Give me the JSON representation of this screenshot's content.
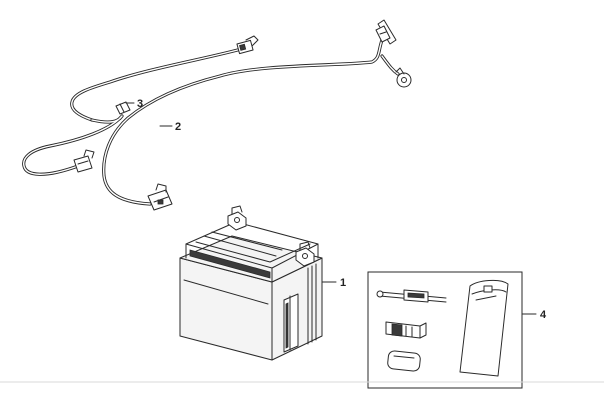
{
  "diagram": {
    "callouts": [
      {
        "id": "battery",
        "number": "1"
      },
      {
        "id": "main-cable",
        "number": "2"
      },
      {
        "id": "secondary-cable",
        "number": "3"
      },
      {
        "id": "accessory-kit",
        "number": "4"
      }
    ]
  }
}
